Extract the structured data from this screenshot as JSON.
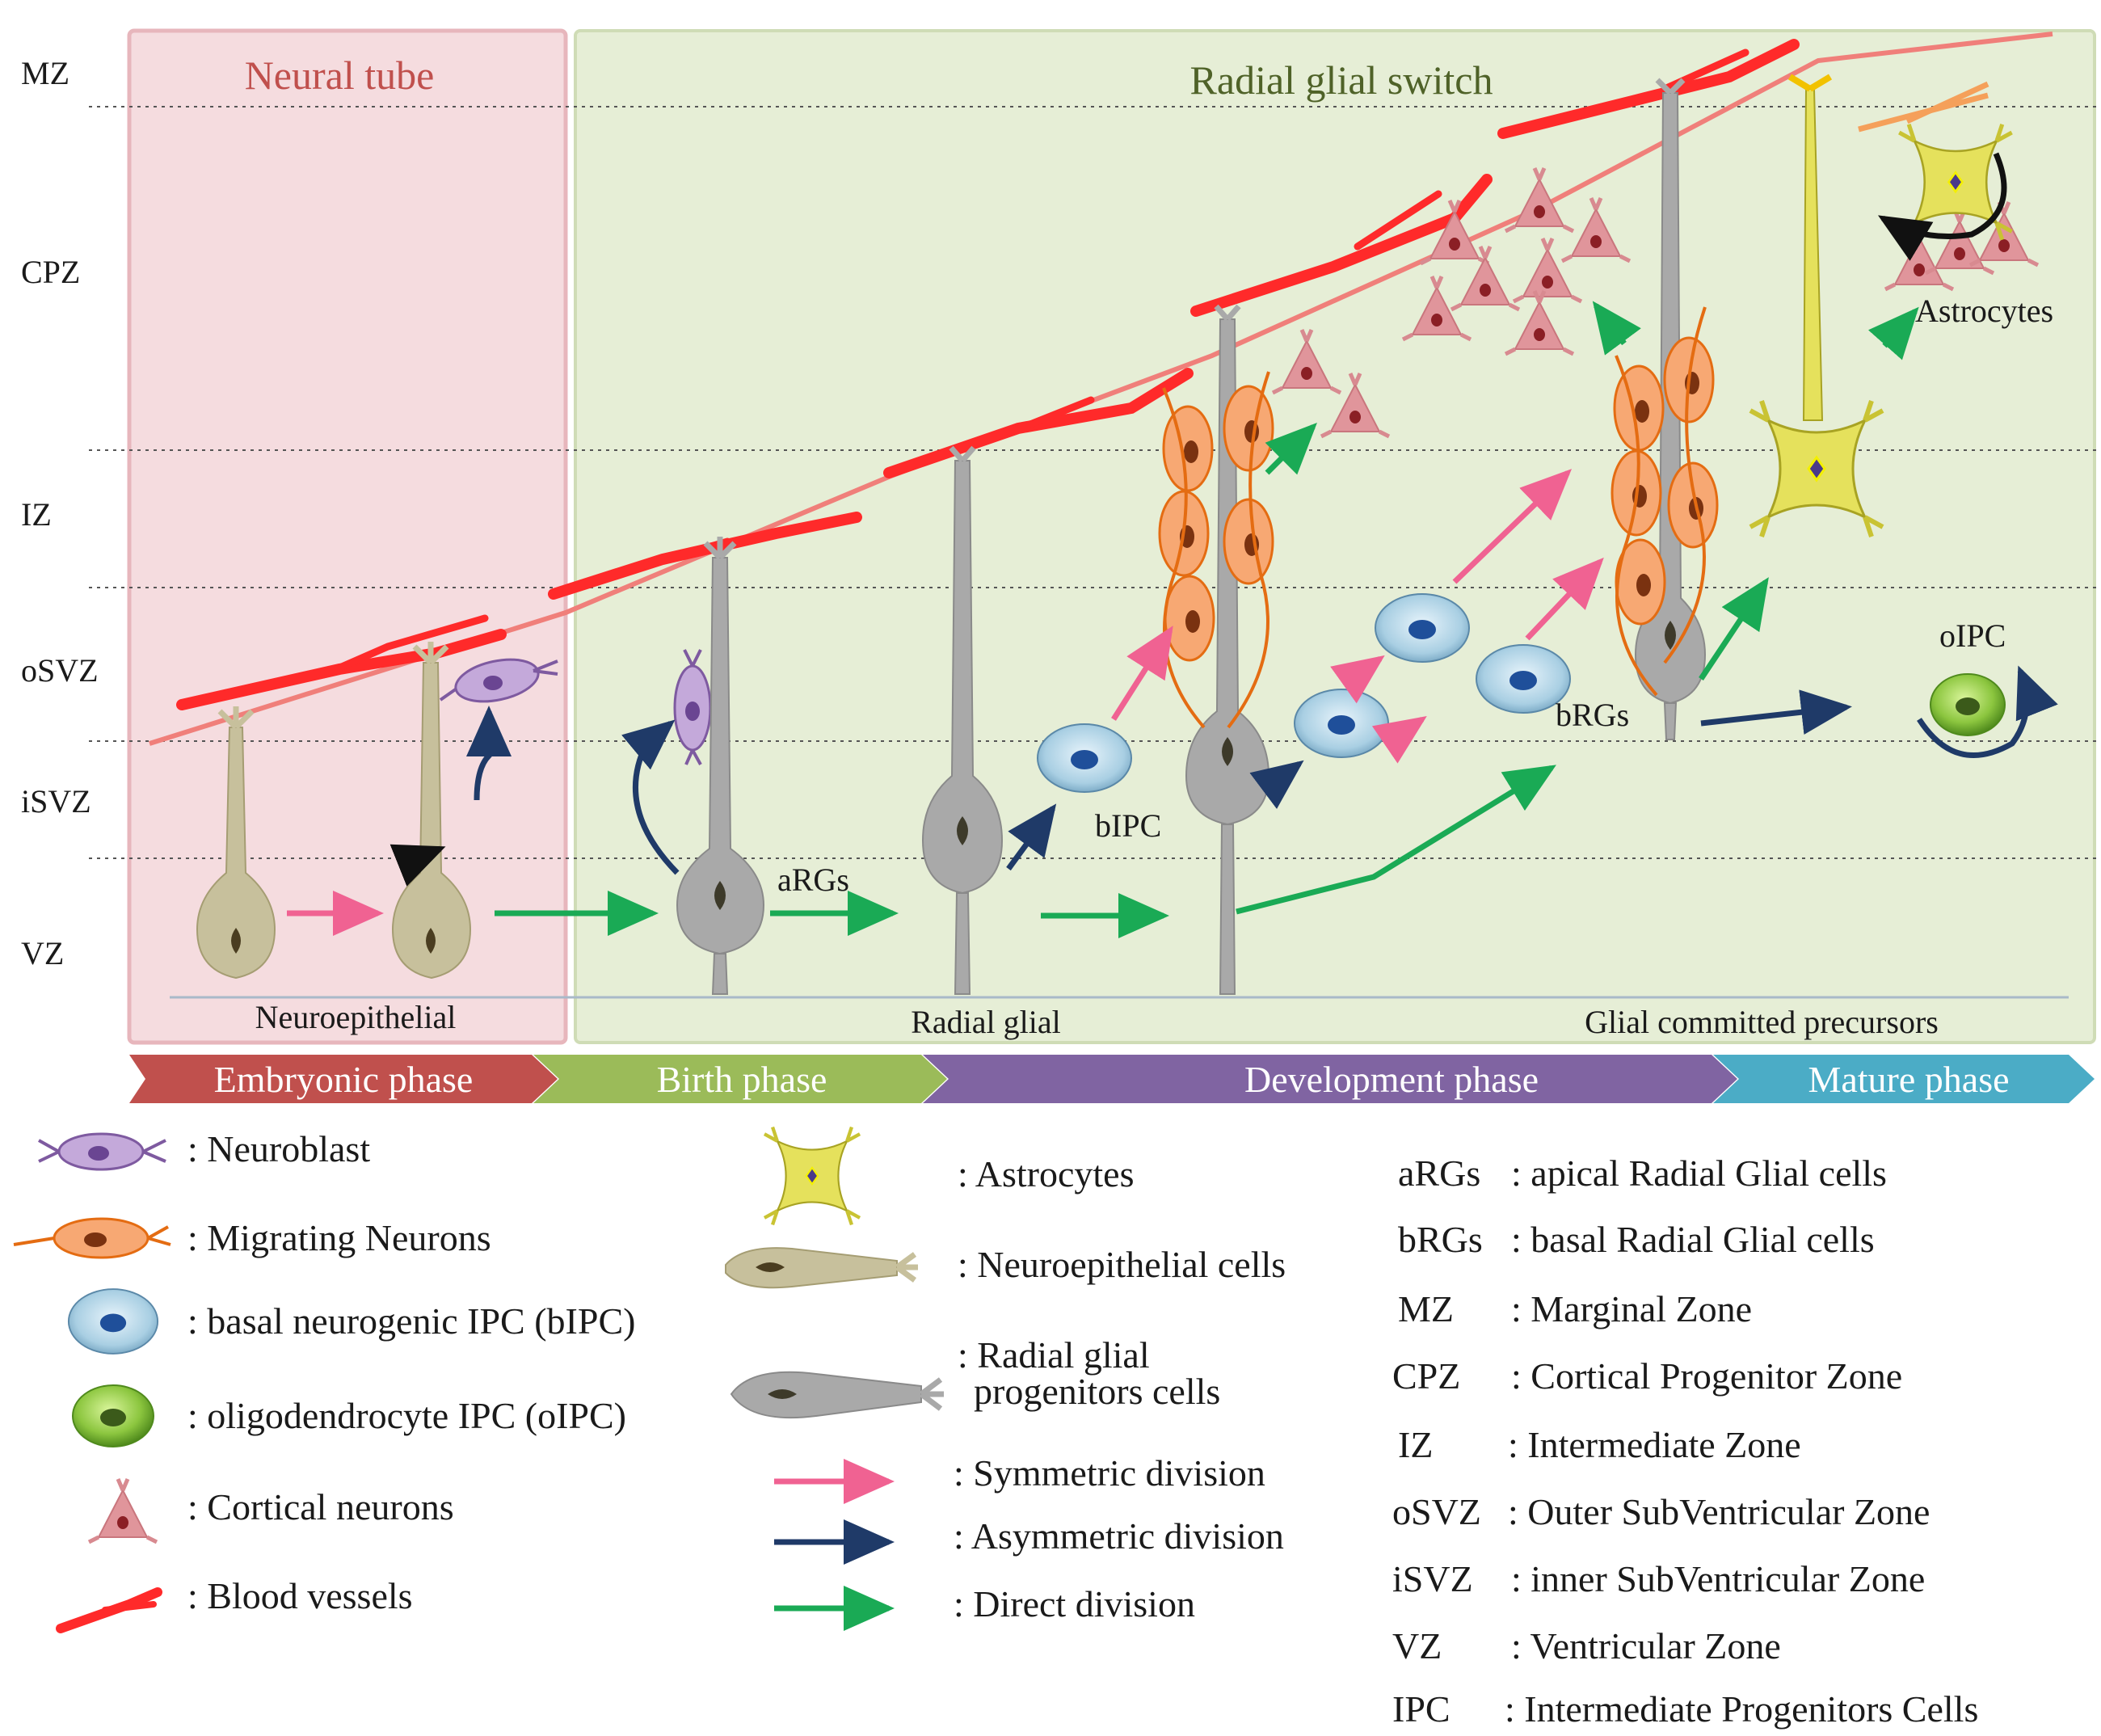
{
  "zones": [
    "MZ",
    "CPZ",
    "IZ",
    "oSVZ",
    "iSVZ",
    "VZ"
  ],
  "panels": {
    "neural_tube": "Neural tube",
    "radial_glial_switch": "Radial glial switch"
  },
  "cell_labels": {
    "args": "aRGs",
    "bipc": "bIPC",
    "brgs": "bRGs",
    "oipc": "oIPC",
    "astrocytes": "Astrocytes"
  },
  "bottom_labels": {
    "neuroepithelial": "Neuroepithelial",
    "radial_glial": "Radial glial",
    "glial_committed": "Glial committed precursors"
  },
  "phases": [
    {
      "label": "Embryonic phase",
      "color": "#c0504d"
    },
    {
      "label": "Birth phase",
      "color": "#9bbb59"
    },
    {
      "label": "Development phase",
      "color": "#8064a2"
    },
    {
      "label": "Mature phase",
      "color": "#4bacc6"
    }
  ],
  "legend_cells": [
    {
      "icon": "neuroblast-icon",
      "label": ": Neuroblast"
    },
    {
      "icon": "migrating-neuron-icon",
      "label": ": Migrating Neurons"
    },
    {
      "icon": "bipc-icon",
      "label": ": basal neurogenic IPC (bIPC)"
    },
    {
      "icon": "oipc-icon",
      "label": ": oligodendrocyte IPC (oIPC)"
    },
    {
      "icon": "cortical-neuron-icon",
      "label": ": Cortical neurons"
    },
    {
      "icon": "blood-vessel-icon",
      "label": ": Blood vessels"
    }
  ],
  "legend_mid": {
    "astrocytes": ": Astrocytes",
    "neuroepithelial_cells": ": Neuroepithelial cells",
    "radial_glial_1": ": Radial glial",
    "radial_glial_2": "progenitors cells",
    "symmetric": ": Symmetric division",
    "asymmetric": ": Asymmetric division",
    "direct": ": Direct division"
  },
  "abbreviations": [
    {
      "abbr": "aRGs",
      "def": ": apical Radial Glial cells"
    },
    {
      "abbr": "bRGs",
      "def": ": basal Radial Glial cells"
    },
    {
      "abbr": "MZ",
      "def": ": Marginal Zone"
    },
    {
      "abbr": "CPZ",
      "def": ": Cortical Progenitor Zone"
    },
    {
      "abbr": "IZ",
      "def": ": Intermediate Zone"
    },
    {
      "abbr": "oSVZ",
      "def": ": Outer SubVentricular Zone"
    },
    {
      "abbr": "iSVZ",
      "def": ": inner SubVentricular Zone"
    },
    {
      "abbr": "VZ",
      "def": ": Ventricular Zone"
    },
    {
      "abbr": "IPC",
      "def": ": Intermediate Progenitors Cells"
    }
  ],
  "colors": {
    "symmetric": "#f06292",
    "asymmetric": "#1f3a68",
    "direct": "#1aaa55",
    "vessel": "#ff2a2a",
    "neural_tube_bg": "#f5dcdf",
    "glial_bg": "#e6eed6"
  }
}
